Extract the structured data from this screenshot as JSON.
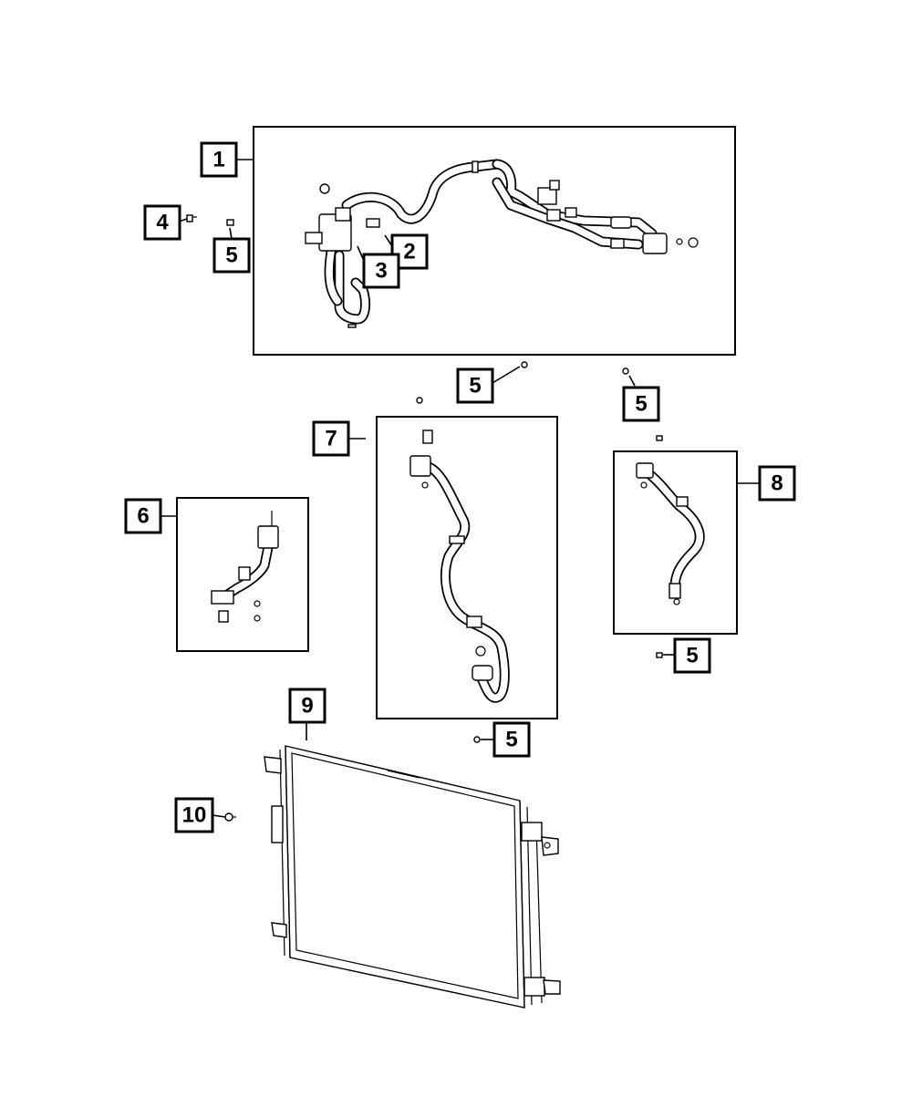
{
  "callouts": {
    "c1": "1",
    "c2": "2",
    "c3": "3",
    "c4": "4",
    "c5a": "5",
    "c5b": "5",
    "c5c": "5",
    "c5d": "5",
    "c5e": "5",
    "c6": "6",
    "c7": "7",
    "c8": "8",
    "c9": "9",
    "c10": "10"
  },
  "colors": {
    "line": "#000000",
    "background": "#ffffff"
  }
}
